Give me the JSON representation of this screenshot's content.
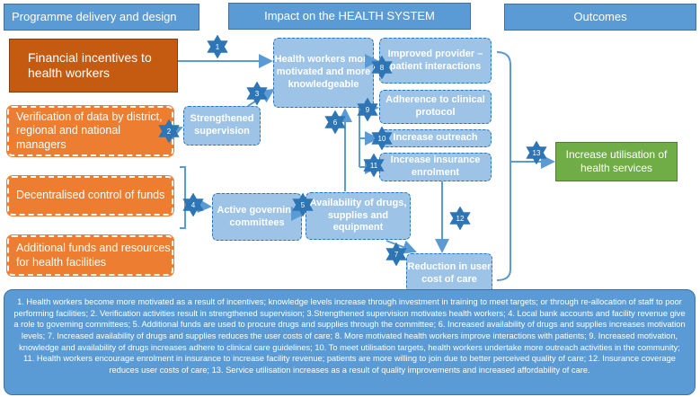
{
  "headers": {
    "programme": "Programme delivery and design",
    "impact": "Impact on the HEALTH SYSTEM",
    "outcomes": "Outcomes"
  },
  "inputs": {
    "financial": "Financial incentives  to health workers",
    "verification": "Verification of data by district, regional and national managers",
    "decentralised": "Decentralised control of funds",
    "additional": "Additional funds and resources for health facilities"
  },
  "system": {
    "motivated": "Health workers more motivated and more knowledgeable",
    "strengthened": "Strengthened supervision",
    "committees": "Active governing committees",
    "availability": "Availability of drugs, supplies and equipment",
    "provider": "Improved provider –patient interactions",
    "adherence": "Adherence to clinical protocol",
    "outreach": "Increase outreach",
    "insurance": "Increase insurance enrolment",
    "reduction": "Reduction in user cost of care"
  },
  "outcome": {
    "utilisation": "Increase utilisation of health services"
  },
  "stars": [
    "1",
    "2",
    "3",
    "4",
    "5",
    "6",
    "7",
    "8",
    "9",
    "10",
    "11",
    "12",
    "13"
  ],
  "legend": "1. Health workers become more motivated as a result of incentives; knowledge levels increase through investment in training to meet targets; or through re-allocation of staff to poor performing facilities;  2. Verification activities result in strengthened supervision;  3.Strengthened supervision motivates health workers;  4. Local bank accounts and facility revenue give a role to governing committees;  5. Additional funds are used to procure drugs and supplies through the committee;  6. Increased availability of drugs and supplies increases motivation levels;  7. Increased availability of drugs and supplies reduces the user costs of care;  8. More motivated health workers improve interactions with patients;  9. Increased motivation, knowledge and availability of drugs increases adhere to clinical care guidelines;  10. To meet utilisation targets, health workers undertake more outreach activities in the community;  11. Health workers encourage enrolment in insurance to increase facility revenue; patients are more willing to join due to better perceived quality of care;  12. Insurance coverage reduces user costs of care;  13. Service utilisation increases as a result of quality improvements and increased affordability of care.",
  "colors": {
    "header_blue": "#5b9bd5",
    "light_blue": "#9dc3e6",
    "orange": "#ed7d31",
    "dark_orange": "#c55a11",
    "green": "#70ad47"
  }
}
